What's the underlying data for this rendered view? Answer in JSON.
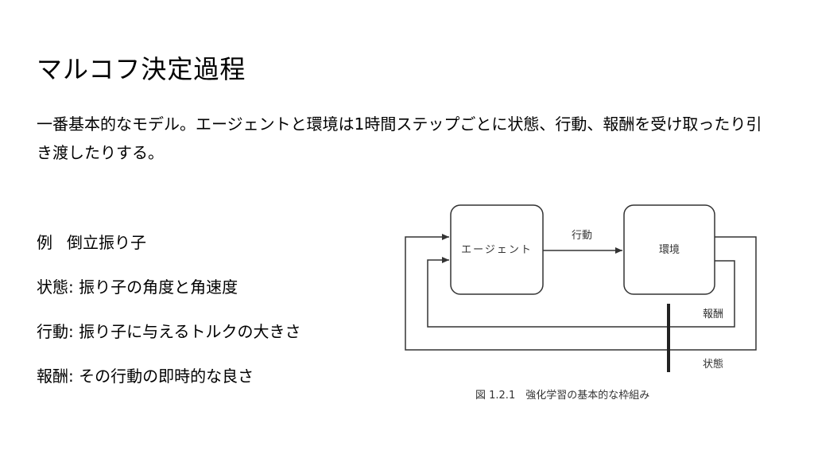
{
  "slide": {
    "title": "マルコフ決定過程",
    "description": "一番基本的なモデル。エージェントと環境は1時間ステップごとに状態、行動、報酬を受け取ったり引き渡したりする。",
    "example": {
      "label": "例",
      "name": "倒立振り子"
    },
    "items": [
      {
        "term": "状態:",
        "text": "振り子の角度と角速度"
      },
      {
        "term": "行動:",
        "text": "振り子に与えるトルクの大きさ"
      },
      {
        "term": "報酬:",
        "text": "その行動の即時的な良さ"
      }
    ]
  },
  "figure": {
    "agent_label": "エージェント",
    "env_label": "環境",
    "action_label": "行動",
    "reward_label": "報酬",
    "state_label": "状態",
    "caption": "図 1.2.1　強化学習の基本的な枠組み"
  }
}
